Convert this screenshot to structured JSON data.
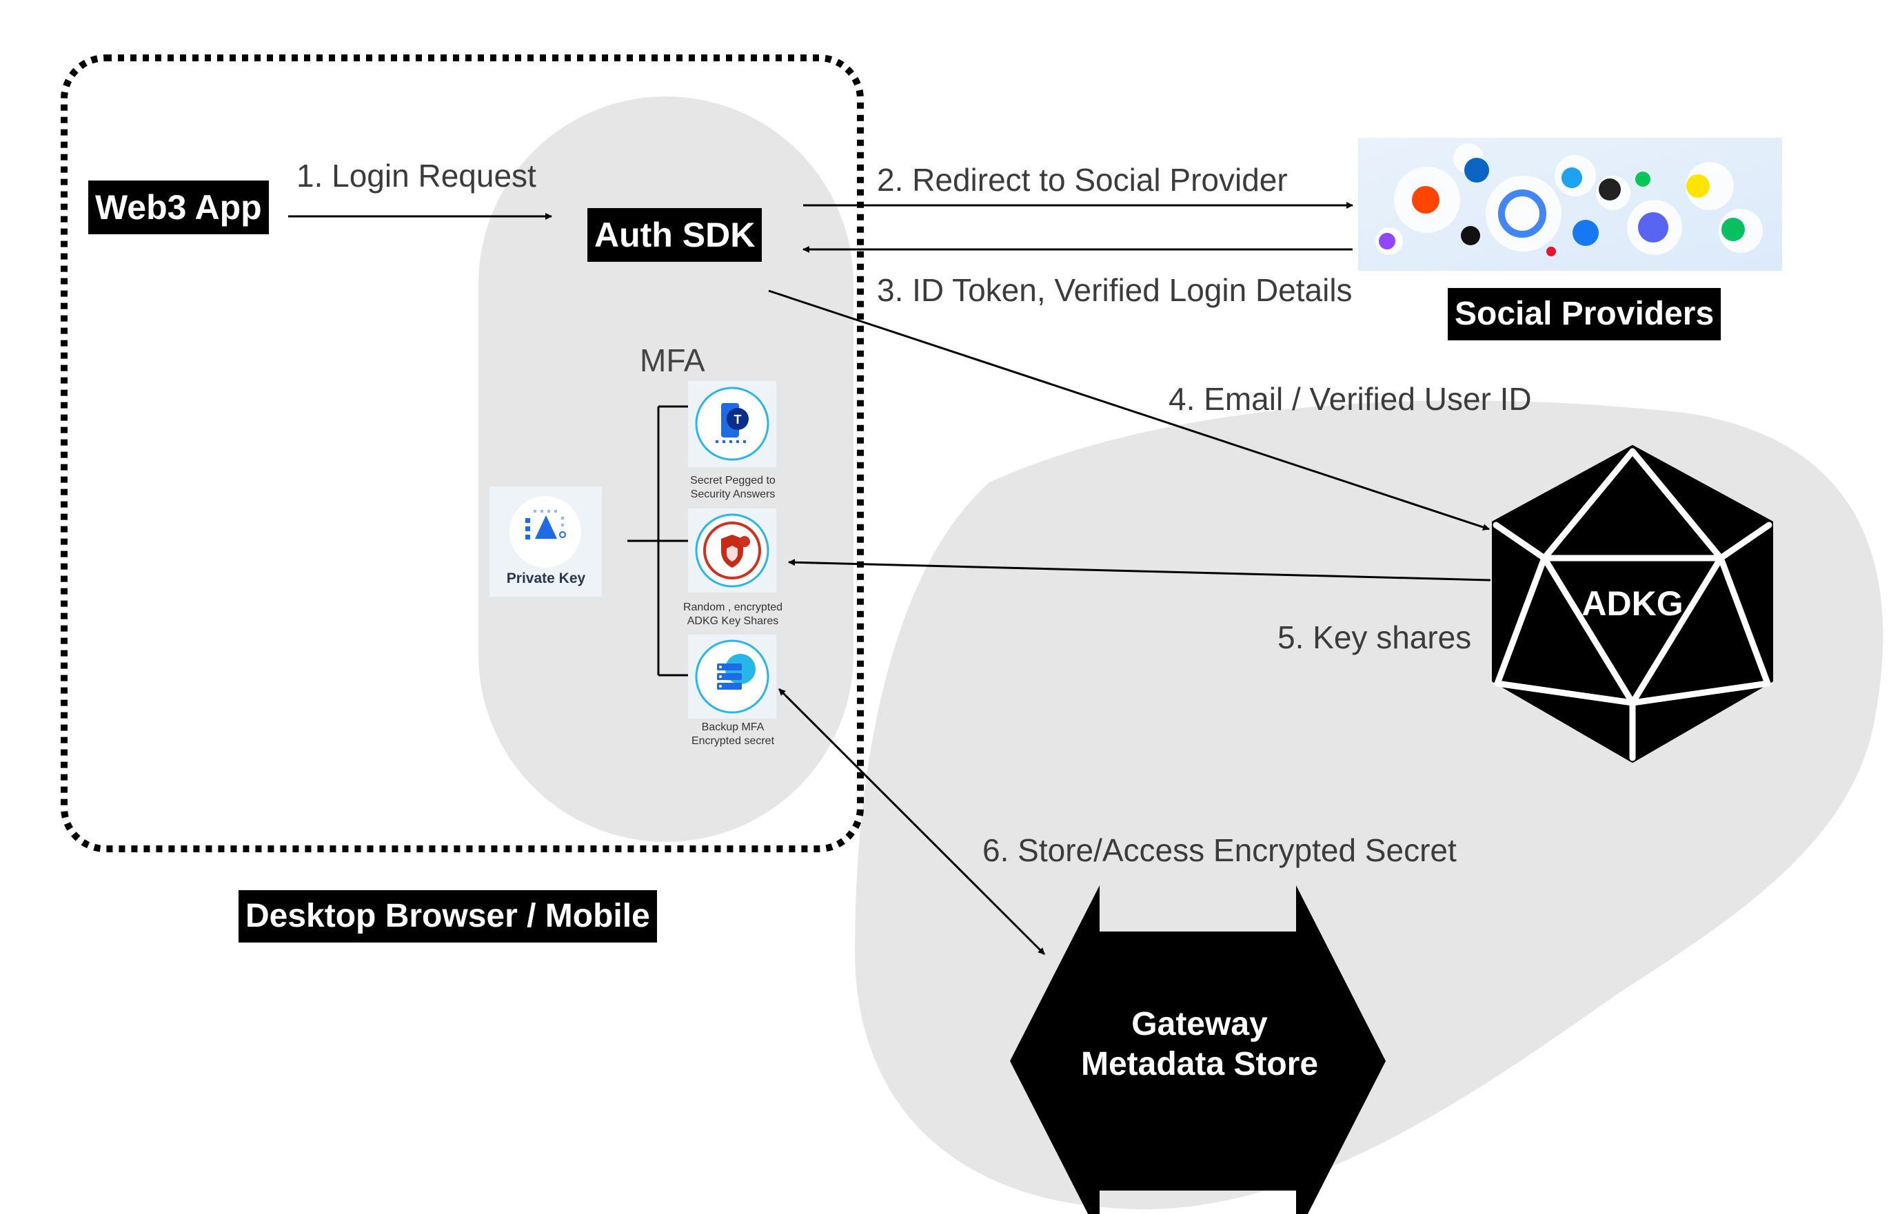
{
  "labels": {
    "web3_app": "Web3 App",
    "auth_sdk": "Auth SDK",
    "social_providers": "Social Providers",
    "desktop_browser": "Desktop Browser / Mobile",
    "mfa": "MFA",
    "adkg": "ADKG",
    "gateway_line1": "Gateway",
    "gateway_line2": "Metadata Store",
    "private_key": "Private Key"
  },
  "flows": {
    "step1": "1. Login Request",
    "step2": "2. Redirect to Social Provider",
    "step3": "3. ID Token,  Verified Login Details",
    "step4": "4. Email / Verified User ID",
    "step5": "5. Key shares",
    "step6": "6. Store/Access Encrypted Secret"
  },
  "mfa_factors": [
    {
      "caption_line1": "Secret Pegged to",
      "caption_line2": "Security Answers",
      "icon": "security-answers-icon"
    },
    {
      "caption_line1": "Random , encrypted",
      "caption_line2": "ADKG  Key Shares",
      "icon": "shield-icon"
    },
    {
      "caption_line1": "Backup MFA",
      "caption_line2": "Encrypted secret",
      "icon": "database-icon"
    }
  ],
  "social_icons": [
    "reddit-icon",
    "linkedin-icon",
    "apple-icon",
    "google-icon",
    "twitter-icon",
    "github-icon",
    "line-icon",
    "kakaotalk-icon",
    "facebook-icon",
    "discord-icon",
    "wechat-icon",
    "twitch-icon",
    "weibo-icon"
  ],
  "colors": {
    "label_bg": "#000000",
    "label_text": "#ffffff",
    "zone_fill": "#e6e6e6",
    "arrow": "#000000",
    "flow_text": "#3b3b3b"
  }
}
